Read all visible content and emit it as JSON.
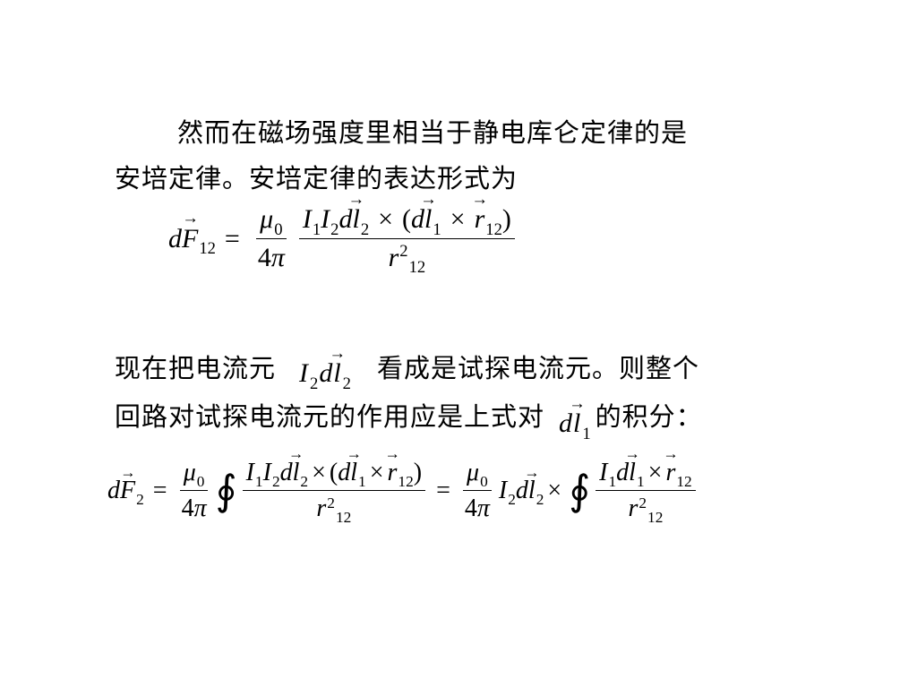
{
  "text": {
    "para1_line1": "然而在磁场强度里相当于静电库仑定律的是",
    "para1_line2": "安培定律。安培定律的表达形式为",
    "para2_line1_a": "现在把电流元",
    "para2_line1_b": "看成是试探电流元。则整个",
    "para2_line2_a": "回路对试探电流元的作用应是上式对",
    "para2_line2_b": "的积分："
  },
  "math": {
    "d": "d",
    "F": "F",
    "l": "l",
    "I": "I",
    "r": "r",
    "mu": "μ",
    "pi": "π",
    "four": "4",
    "eq": "=",
    "times": "×",
    "lp": "(",
    "rp": ")",
    "oint": "∮",
    "s0": "0",
    "s1": "1",
    "s2": "2",
    "s12": "12",
    "sq": "2"
  }
}
